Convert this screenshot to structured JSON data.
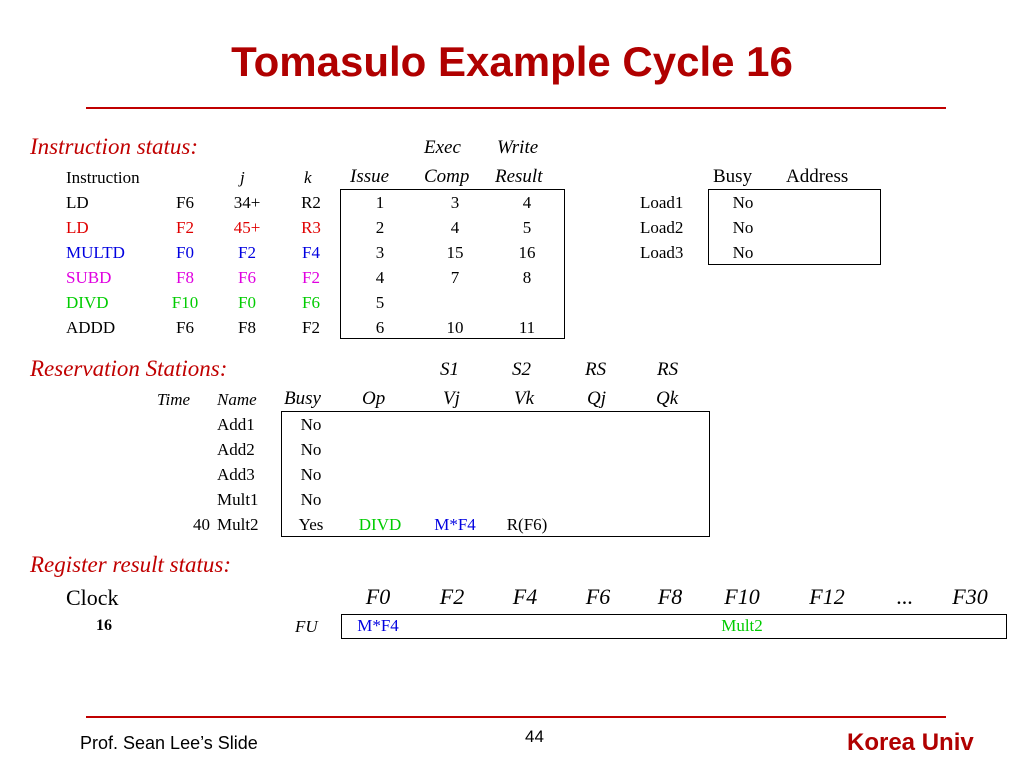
{
  "title": "Tomasulo Example Cycle 16",
  "instruction_status": {
    "label": "Instruction status:",
    "header_top": {
      "exec": "Exec",
      "write": "Write"
    },
    "headers": {
      "instruction": "Instruction",
      "j": "j",
      "k": "k",
      "issue": "Issue",
      "comp": "Comp",
      "result": "Result"
    },
    "rows": [
      {
        "op": "LD",
        "dest": "F6",
        "j": "34+",
        "k": "R2",
        "issue": "1",
        "comp": "3",
        "result": "4",
        "color": "#000000"
      },
      {
        "op": "LD",
        "dest": "F2",
        "j": "45+",
        "k": "R3",
        "issue": "2",
        "comp": "4",
        "result": "5",
        "color": "#e00000"
      },
      {
        "op": "MULTD",
        "dest": "F0",
        "j": "F2",
        "k": "F4",
        "issue": "3",
        "comp": "15",
        "result": "16",
        "color": "#0000e0"
      },
      {
        "op": "SUBD",
        "dest": "F8",
        "j": "F6",
        "k": "F2",
        "issue": "4",
        "comp": "7",
        "result": "8",
        "color": "#e000e0"
      },
      {
        "op": "DIVD",
        "dest": "F10",
        "j": "F0",
        "k": "F6",
        "issue": "5",
        "comp": "",
        "result": "",
        "color": "#00cc00"
      },
      {
        "op": "ADDD",
        "dest": "F6",
        "j": "F8",
        "k": "F2",
        "issue": "6",
        "comp": "10",
        "result": "11",
        "color": "#000000"
      }
    ]
  },
  "load_buffers": {
    "headers": {
      "busy": "Busy",
      "address": "Address"
    },
    "rows": [
      {
        "name": "Load1",
        "busy": "No",
        "address": ""
      },
      {
        "name": "Load2",
        "busy": "No",
        "address": ""
      },
      {
        "name": "Load3",
        "busy": "No",
        "address": ""
      }
    ]
  },
  "reservation_stations": {
    "label": "Reservation Stations:",
    "header_top": {
      "s1": "S1",
      "s2": "S2",
      "rs1": "RS",
      "rs2": "RS"
    },
    "headers": {
      "time": "Time",
      "name": "Name",
      "busy": "Busy",
      "op": "Op",
      "vj": "Vj",
      "vk": "Vk",
      "qj": "Qj",
      "qk": "Qk"
    },
    "rows": [
      {
        "time": "",
        "name": "Add1",
        "busy": "No",
        "op": "",
        "vj": "",
        "vk": "",
        "qj": "",
        "qk": ""
      },
      {
        "time": "",
        "name": "Add2",
        "busy": "No",
        "op": "",
        "vj": "",
        "vk": "",
        "qj": "",
        "qk": ""
      },
      {
        "time": "",
        "name": "Add3",
        "busy": "No",
        "op": "",
        "vj": "",
        "vk": "",
        "qj": "",
        "qk": ""
      },
      {
        "time": "",
        "name": "Mult1",
        "busy": "No",
        "op": "",
        "vj": "",
        "vk": "",
        "qj": "",
        "qk": ""
      },
      {
        "time": "40",
        "name": "Mult2",
        "busy": "Yes",
        "op": "DIVD",
        "vj": "M*F4",
        "vk": "R(F6)",
        "qj": "",
        "qk": ""
      }
    ]
  },
  "register_status": {
    "label": "Register result status:",
    "clock_label": "Clock",
    "clock_value": "16",
    "fu_label": "FU",
    "registers": [
      "F0",
      "F2",
      "F4",
      "F6",
      "F8",
      "F10",
      "F12",
      "...",
      "F30"
    ],
    "values": [
      "M*F4",
      "",
      "",
      "",
      "",
      "Mult2",
      "",
      "",
      ""
    ]
  },
  "footer": {
    "author": "Prof. Sean Lee’s Slide",
    "page": "44",
    "org": "Korea Univ"
  },
  "colors": {
    "title": "#b00000",
    "rule": "#c00000",
    "red": "#e00000",
    "blue": "#0000e0",
    "magenta": "#e000e0",
    "green": "#00cc00"
  }
}
